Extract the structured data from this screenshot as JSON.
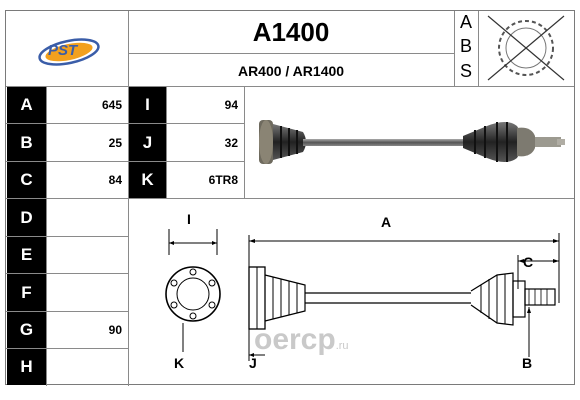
{
  "header": {
    "part_number": "A1400",
    "references": "AR400 / AR1400",
    "logo_text": "PST",
    "abs_letters": [
      "A",
      "B",
      "S"
    ]
  },
  "specs_left": [
    {
      "label": "A",
      "value": "645"
    },
    {
      "label": "B",
      "value": "25"
    },
    {
      "label": "C",
      "value": "84"
    },
    {
      "label": "D",
      "value": ""
    },
    {
      "label": "E",
      "value": ""
    },
    {
      "label": "F",
      "value": ""
    },
    {
      "label": "G",
      "value": "90"
    },
    {
      "label": "H",
      "value": ""
    }
  ],
  "specs_right": [
    {
      "label": "I",
      "value": "94"
    },
    {
      "label": "J",
      "value": "32"
    },
    {
      "label": "K",
      "value": "6TR8"
    }
  ],
  "diagram_labels": {
    "i": "I",
    "a": "A",
    "c": "C",
    "k": "K",
    "j": "J",
    "b": "B"
  },
  "watermark": {
    "main": "oercp",
    "suffix": ".ru"
  },
  "colors": {
    "logo_orange": "#f2a01e",
    "logo_blue": "#3a5da8",
    "cell_black": "#000000",
    "grid_line": "#8a8a8a"
  }
}
